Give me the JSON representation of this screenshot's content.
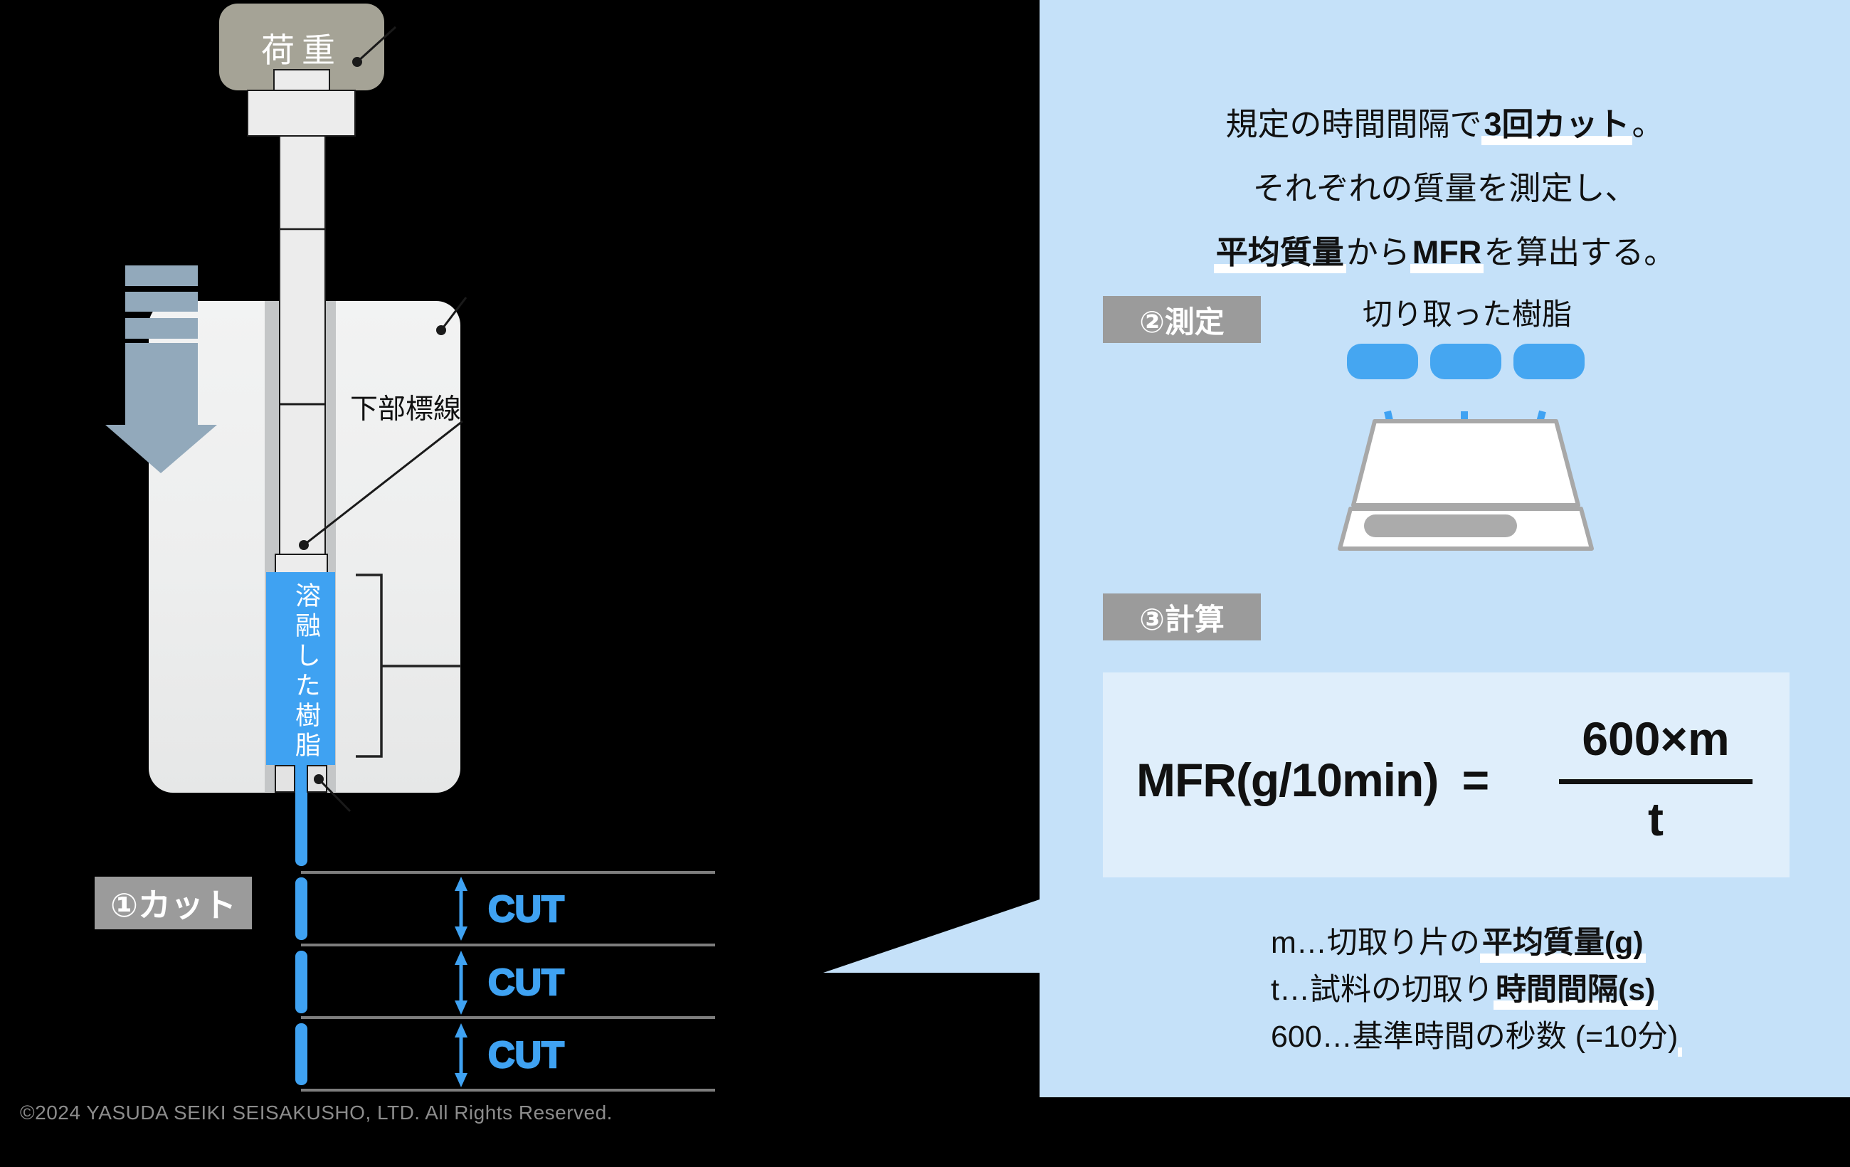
{
  "palette": {
    "background": "#000000",
    "panel_blue": "#C5E1F9",
    "formula_box_blue": "#DFEEFB",
    "accent_blue": "#3FA2F2",
    "label_gray": "#9B9B9B",
    "weight_box_gray": "#A5A396",
    "big_arrow_gray_blue": "#92A9BB",
    "cut_line_gray": "#7d7d7d"
  },
  "left_diagram": {
    "weight_label": "荷重",
    "lower_mark_label": "下部標線",
    "molten_resin_label": "溶融した樹脂",
    "cut_step_label": "①カット",
    "cut_marks": [
      "CUT",
      "CUT",
      "CUT"
    ]
  },
  "right_panel": {
    "intro": {
      "line1_pre": "規定の時間間隔で",
      "line1_bold": "3回カット",
      "line1_post": "。",
      "line2": "それぞれの質量を測定し、",
      "line3_bold1": "平均質量",
      "line3_mid": "から",
      "line3_bold2": "MFR",
      "line3_post": "を算出する。"
    },
    "step2_label": "②測定",
    "step2_caption": "切り取った樹脂",
    "step3_label": "③計算",
    "formula": {
      "lhs": "MFR(g/10min)",
      "equals": "=",
      "numerator": "600×m",
      "denominator": "t"
    },
    "legend": [
      {
        "pre": "m…切取り片の",
        "bold": "平均質量(g)",
        "post": ""
      },
      {
        "pre": "t…試料の切取り",
        "bold": "時間間隔(s)",
        "post": ""
      },
      {
        "pre": "600…基準時間の秒数 (=10分)",
        "bold": "",
        "post": ""
      }
    ]
  },
  "footer": {
    "copyright": "©2024 YASUDA SEIKI SEISAKUSHO, LTD. All Rights Reserved."
  }
}
